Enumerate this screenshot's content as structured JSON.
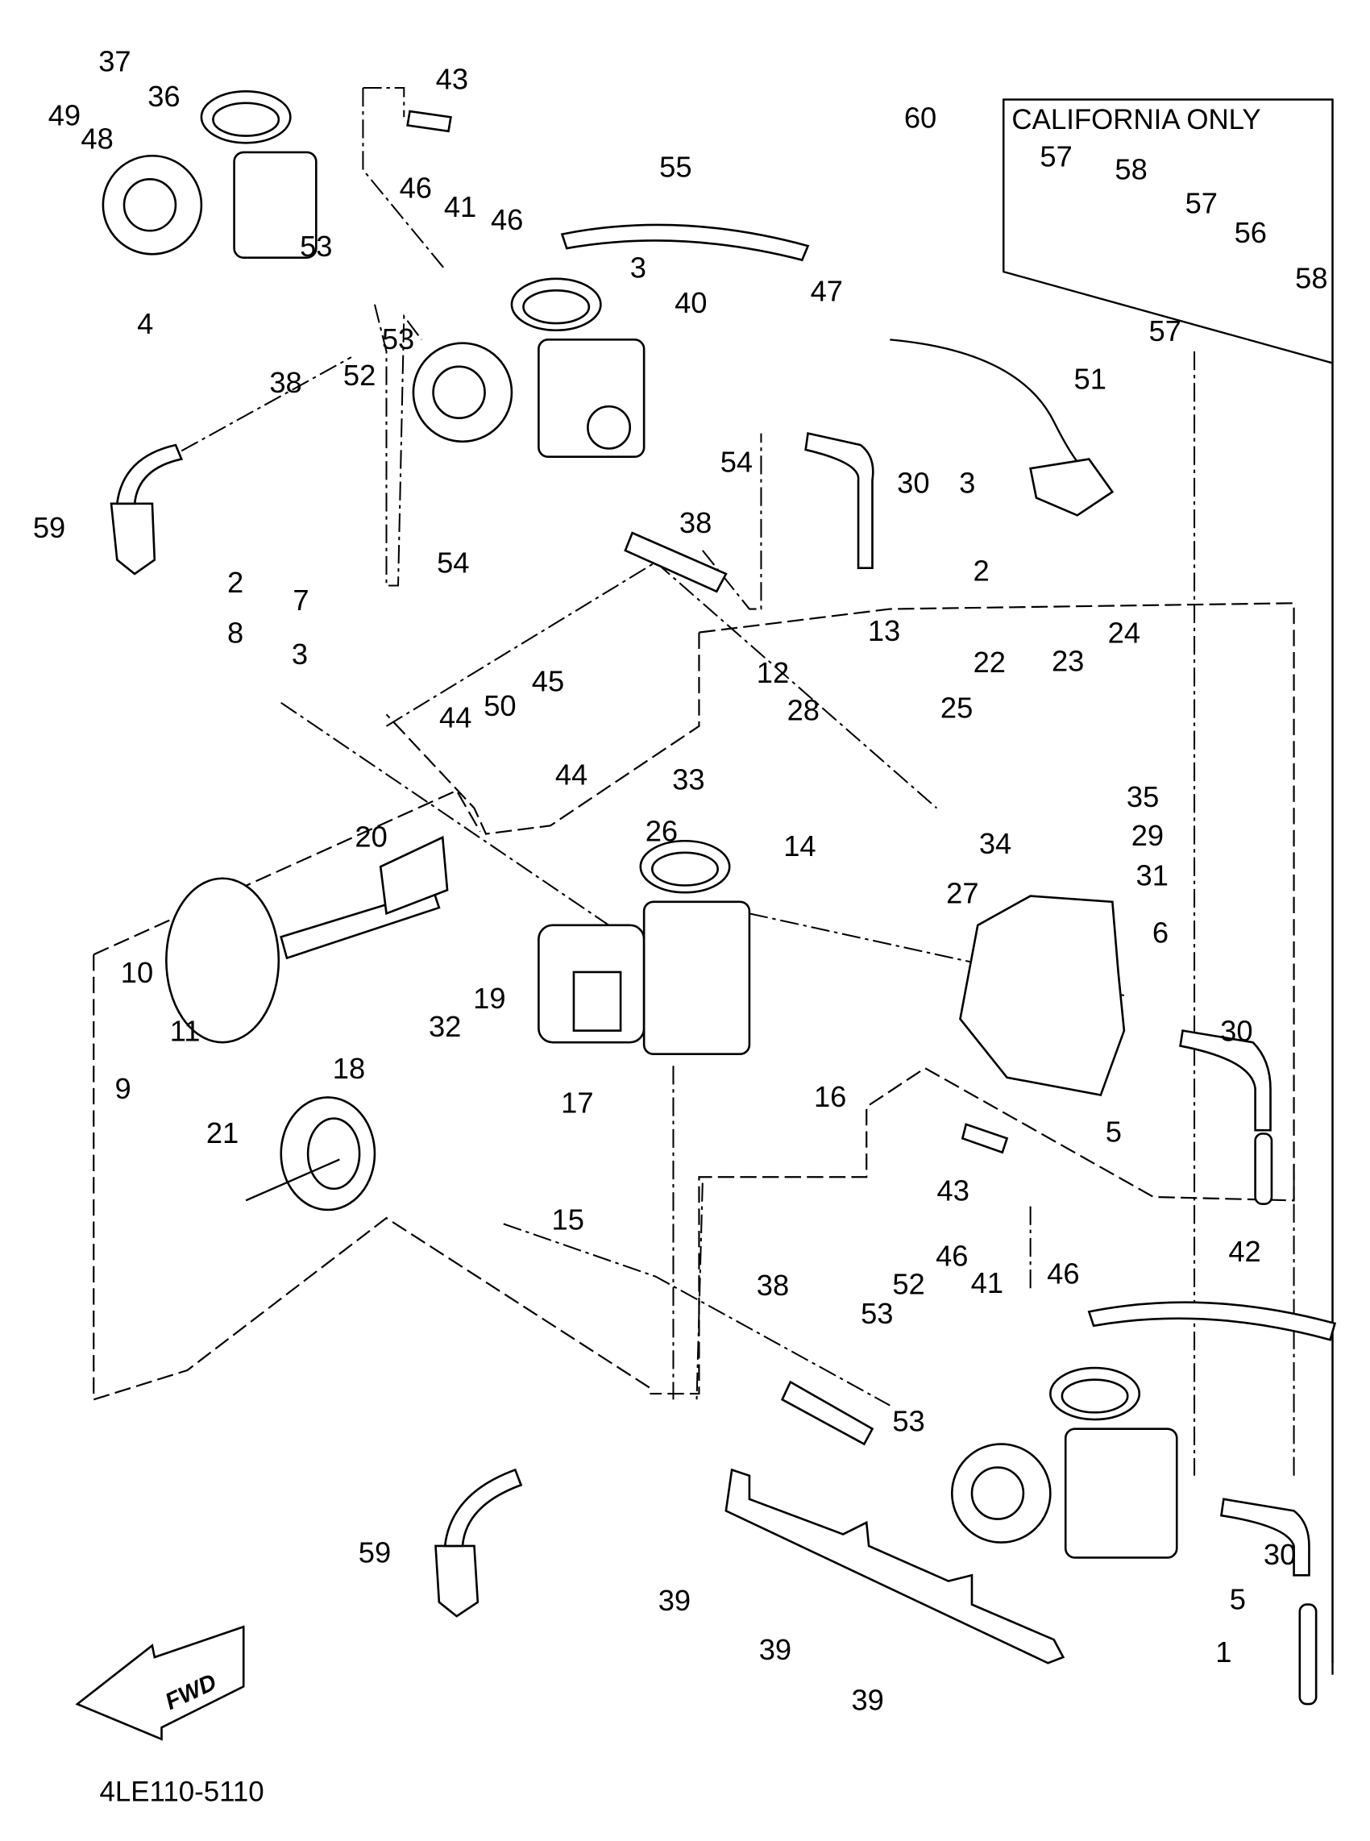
{
  "diagram": {
    "inset_title": "CALIFORNIA ONLY",
    "drawing_code": "4LE110-5110",
    "direction_arrow_label": "FWD",
    "callouts": [
      "37",
      "36",
      "49",
      "48",
      "43",
      "60",
      "55",
      "46",
      "41",
      "46",
      "3",
      "40",
      "47",
      "57",
      "58",
      "57",
      "56",
      "58",
      "57",
      "4",
      "53",
      "53",
      "52",
      "38",
      "51",
      "54",
      "30",
      "3",
      "38",
      "59",
      "54",
      "2",
      "8",
      "7",
      "3",
      "2",
      "13",
      "12",
      "28",
      "22",
      "23",
      "24",
      "25",
      "45",
      "50",
      "44",
      "44",
      "33",
      "26",
      "14",
      "35",
      "34",
      "29",
      "31",
      "27",
      "20",
      "6",
      "10",
      "19",
      "11",
      "9",
      "32",
      "18",
      "30",
      "17",
      "16",
      "5",
      "21",
      "15",
      "43",
      "38",
      "46",
      "41",
      "46",
      "42",
      "52",
      "53",
      "53",
      "59",
      "30",
      "5",
      "1",
      "39",
      "39",
      "39"
    ],
    "line_color": "#000000",
    "background": "#ffffff"
  }
}
